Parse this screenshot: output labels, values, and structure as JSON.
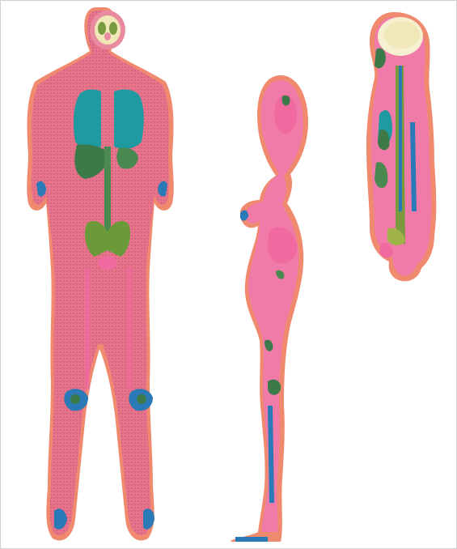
{
  "image": {
    "description_type": "anatomical voxel phantom renderings",
    "views": [
      {
        "id": "coronal",
        "name": "coronal-view"
      },
      {
        "id": "lateral",
        "name": "lateral-view"
      },
      {
        "id": "sagittal",
        "name": "sagittal-view"
      }
    ]
  },
  "colors": {
    "background": "#ffffff",
    "frame_border": "#d0d0d0",
    "skin": "#e8748c",
    "skin_light": "#f07aa8",
    "fat_orange": "#f08a6e",
    "muscle_pink": "#f06aa0",
    "lung_teal": "#1e9aa0",
    "liver_green": "#3d7a4a",
    "organ_green": "#4a8a50",
    "bone_green": "#6a9a3a",
    "bone_yellowgreen": "#a0b44a",
    "vessel_blue": "#2a7ab8",
    "brain_cream": "#f0e8b8",
    "skull_ivory": "#f4f0d0",
    "spine_olive": "#7a9a40"
  }
}
